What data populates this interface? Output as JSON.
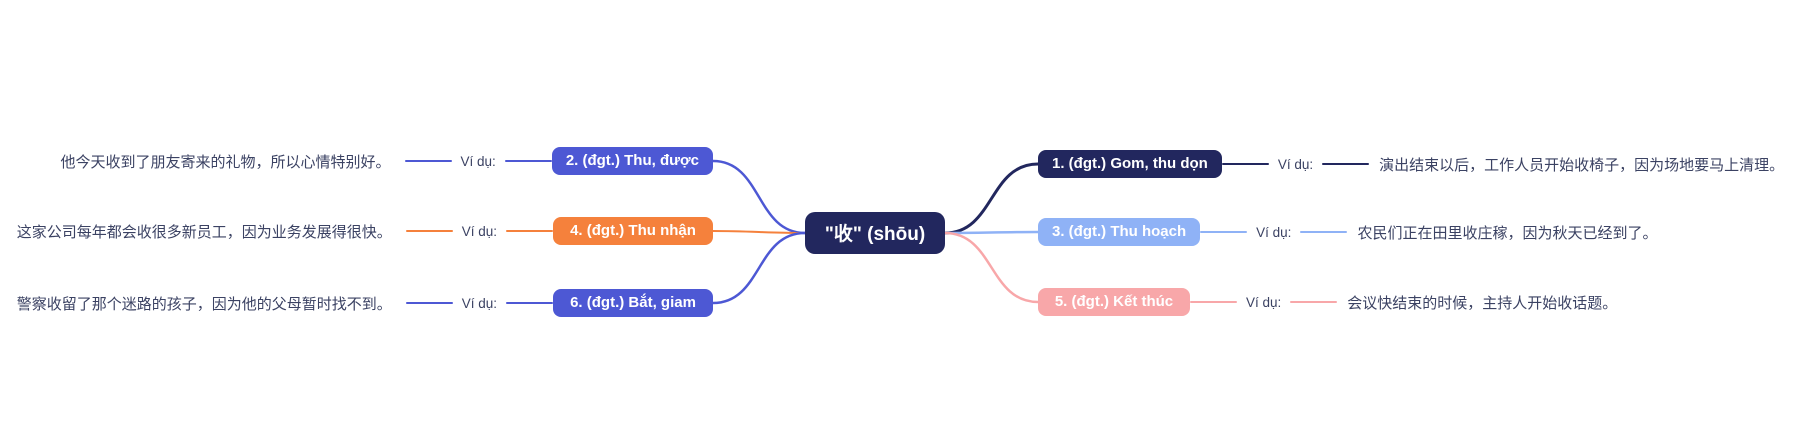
{
  "center": {
    "label": "\"收\" (shōu)",
    "color": "#22275e"
  },
  "labels": {
    "vi_du": "Ví dụ:"
  },
  "colors": {
    "indigo": "#4d58d4",
    "orange": "#f5813c",
    "navy": "#22275e",
    "light_blue": "#8fb2f6",
    "pink": "#f8a7a9",
    "text": "#3b4263",
    "background": "#ffffff"
  },
  "left_branches": [
    {
      "label": "2. (đgt.) Thu, được",
      "color": "#4d58d4",
      "example": "他今天收到了朋友寄来的礼物，所以心情特别好。"
    },
    {
      "label": "4. (đgt.) Thu nhận",
      "color": "#f5813c",
      "example": "这家公司每年都会收很多新员工，因为业务发展得很快。"
    },
    {
      "label": "6. (đgt.) Bắt, giam",
      "color": "#4d58d4",
      "example": "警察收留了那个迷路的孩子，因为他的父母暂时找不到。"
    }
  ],
  "right_branches": [
    {
      "label": "1. (đgt.) Gom, thu dọn",
      "color": "#22275e",
      "example": "演出结束以后，工作人员开始收椅子，因为场地要马上清理。"
    },
    {
      "label": "3. (đgt.) Thu hoạch",
      "color": "#8fb2f6",
      "example": "农民们正在田里收庄稼，因为秋天已经到了。"
    },
    {
      "label": "5. (đgt.) Kết thúc",
      "color": "#f8a7a9",
      "example": "会议快结束的时候，主持人开始收话题。"
    }
  ]
}
